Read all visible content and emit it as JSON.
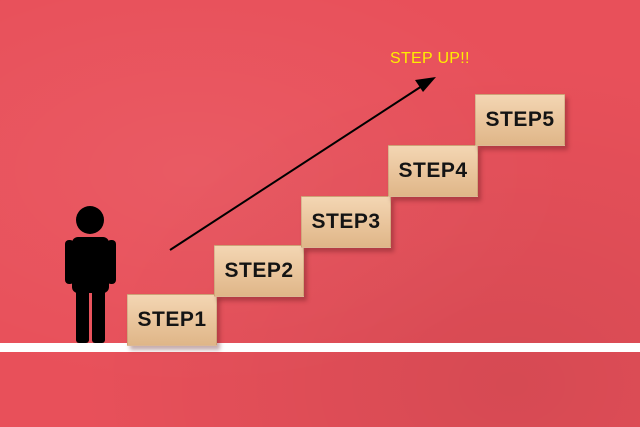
{
  "steps": [
    "STEP1",
    "STEP2",
    "STEP3",
    "STEP4",
    "STEP5"
  ],
  "caption": "STEP UP!!",
  "colors": {
    "background": "#e8505a",
    "caption": "#ffee00",
    "figure": "#000000",
    "line": "#ffffff"
  },
  "icons": [
    "person-icon",
    "arrow-up-right-icon"
  ]
}
